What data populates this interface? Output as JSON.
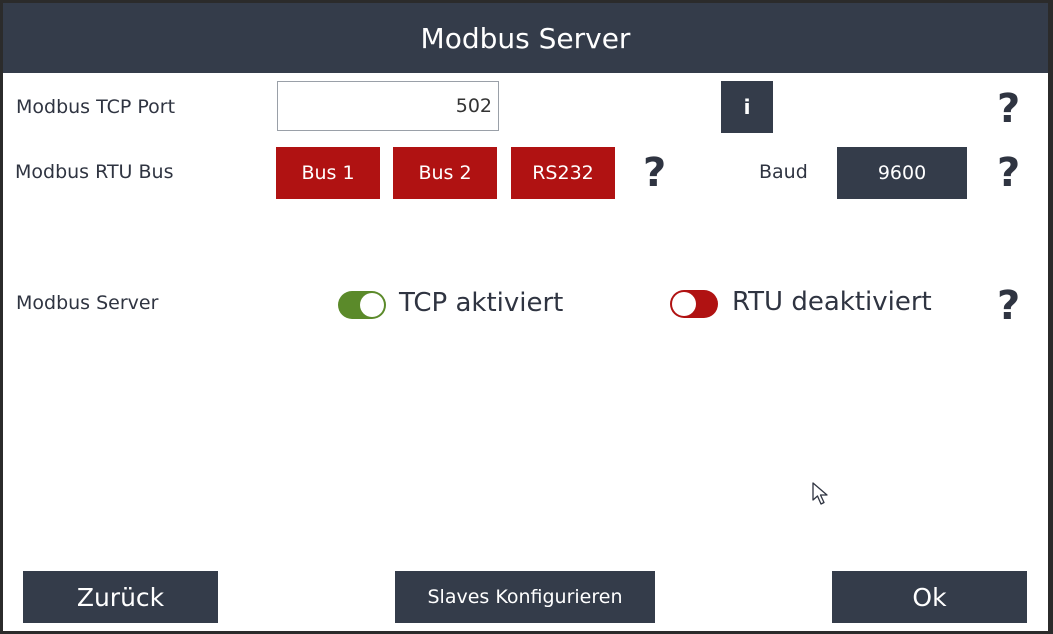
{
  "window": {
    "title": "Modbus Server"
  },
  "tcp_port": {
    "label": "Modbus TCP Port",
    "value": "502",
    "info_label": "i",
    "help": "?"
  },
  "rtu_bus": {
    "label": "Modbus RTU Bus",
    "buttons": [
      "Bus 1",
      "Bus 2",
      "RS232"
    ],
    "help": "?",
    "baud_label": "Baud",
    "baud_value": "9600",
    "baud_help": "?"
  },
  "server": {
    "label": "Modbus Server",
    "tcp_toggle": {
      "state": "on",
      "text": "TCP aktiviert",
      "color": "#5b8a2a"
    },
    "rtu_toggle": {
      "state": "off",
      "text": "RTU deaktiviert",
      "color": "#b01212"
    },
    "help": "?"
  },
  "footer": {
    "back": "Zurück",
    "slaves": "Slaves Konfigurieren",
    "ok": "Ok"
  },
  "colors": {
    "header_bg": "#343c4a",
    "accent_red": "#b01212",
    "accent_green": "#5b8a2a"
  }
}
